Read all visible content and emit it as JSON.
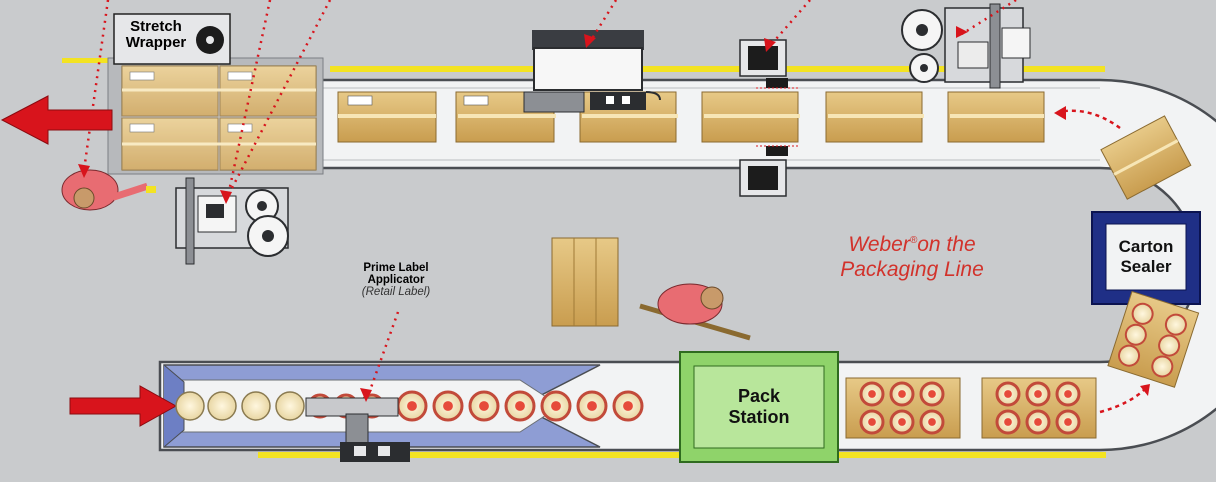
{
  "diagram": {
    "title_line1": "Weber",
    "title_reg": "®",
    "title_line1_rest": "on the",
    "title_line2": "Packaging Line",
    "stations": {
      "stretch_wrapper": {
        "line1": "Stretch",
        "line2": "Wrapper"
      },
      "prime_label_applicator": {
        "line1": "Prime Label",
        "line2": "Applicator",
        "sub": "(Retail Label)"
      },
      "pack_station": {
        "line1": "Pack",
        "line2": "Station"
      },
      "carton_sealer": {
        "line1": "Carton",
        "line2": "Sealer"
      }
    },
    "colors": {
      "floor": "#c9cbcd",
      "conveyor": "#f2f3f4",
      "infeed_guide": "#8e9dd4",
      "safety_line": "#f3e322",
      "arrow_red": "#d8141c",
      "pack_station": "#8fd36a",
      "carton_sealer": "#1f2f86",
      "carton": "#d9b36a",
      "title_red": "#d2322b"
    }
  }
}
